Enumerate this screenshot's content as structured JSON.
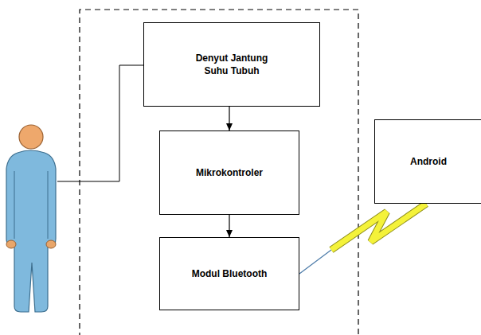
{
  "diagram": {
    "nodes": [
      {
        "text": [
          "Denyut Jantung Suhu Tubuh"
        ]
      },
      {
        "text": [
          "Mikrokontroler"
        ]
      },
      {
        "text": [
          "Modul Bluetooth"
        ]
      },
      {
        "text": [
          "Android"
        ]
      }
    ],
    "edges": [
      {
        "from": 0,
        "to": 1,
        "arrow": "to"
      },
      {
        "from": 1,
        "to": 2,
        "arrow": "to"
      },
      {
        "from": 2,
        "to": 3,
        "arrow": "none"
      }
    ]
  }
}
